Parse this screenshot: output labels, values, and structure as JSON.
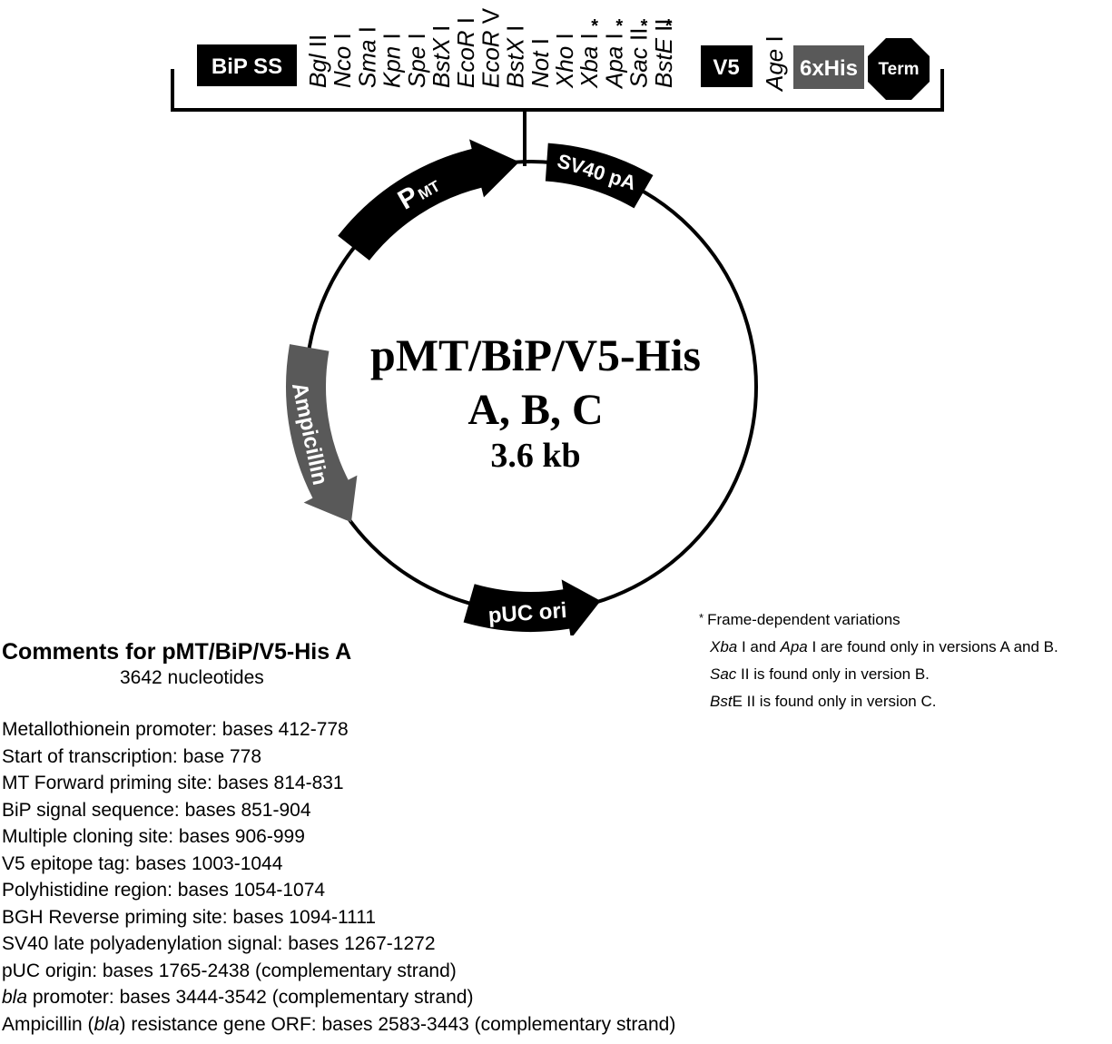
{
  "mcs": {
    "bip_ss": "BiP SS",
    "sites": [
      {
        "name": "Bgl",
        "suffix": " II",
        "star": false
      },
      {
        "name": "Nco",
        "suffix": " I",
        "star": false
      },
      {
        "name": "Sma",
        "suffix": " I",
        "star": false
      },
      {
        "name": "Kpn",
        "suffix": " I",
        "star": false
      },
      {
        "name": "Spe",
        "suffix": " I",
        "star": false
      },
      {
        "name": "BstX",
        "suffix": " I",
        "star": false
      },
      {
        "name": "EcoR",
        "suffix": " I",
        "star": false
      },
      {
        "name": "EcoR",
        "suffix": " V",
        "star": false
      },
      {
        "name": "BstX",
        "suffix": " I",
        "star": false
      },
      {
        "name": "Not",
        "suffix": " I",
        "star": false
      },
      {
        "name": "Xho",
        "suffix": " I",
        "star": false
      },
      {
        "name": "Xba",
        "suffix": " I",
        "star": true
      },
      {
        "name": "Apa",
        "suffix": " I",
        "star": true
      },
      {
        "name": "Sac",
        "suffix": " II",
        "star": true
      },
      {
        "name": "BstE",
        "suffix": " II",
        "star": true
      }
    ],
    "v5": "V5",
    "age": {
      "name": "Age",
      "suffix": " I"
    },
    "his": "6xHis",
    "term": "Term"
  },
  "plasmid": {
    "name": "pMT/BiP/V5-His",
    "versions": "A, B, C",
    "size": "3.6 kb",
    "features": {
      "pmt_main": "P",
      "pmt_sub": "MT",
      "sv40": "SV40 pA",
      "amp": "Ampicillin",
      "puc": "pUC ori"
    }
  },
  "colors": {
    "black": "#000000",
    "gray": "#595959"
  },
  "footnote": {
    "star": "*",
    "title": "Frame-dependent variations",
    "l1_i1": "Xba",
    "l1_t1": " I and ",
    "l1_i2": "Apa",
    "l1_t2": " I are found only in versions A and B.",
    "l2_i": "Sac",
    "l2_t": " II is found only in version B.",
    "l3_i": "Bst",
    "l3_t": "E II is found only in version C."
  },
  "comments": {
    "title": "Comments for pMT/BiP/V5-His A",
    "subtitle": "3642 nucleotides",
    "items": [
      "Metallothionein promoter: bases 412-778",
      "Start of transcription: base 778",
      "MT Forward priming site: bases 814-831",
      "BiP signal sequence: bases 851-904",
      "Multiple cloning site: bases 906-999",
      "V5 epitope tag: bases 1003-1044",
      "Polyhistidine region: bases 1054-1074",
      "BGH Reverse priming site: bases 1094-1111",
      "SV40 late polyadenylation signal: bases 1267-1272",
      "pUC origin: bases 1765-2438 (complementary strand)"
    ],
    "bla_promoter": {
      "italic": "bla",
      "rest": " promoter: bases 3444-3542 (complementary strand)"
    },
    "amp_orf": {
      "pre": "Ampicillin (",
      "italic": "bla",
      "rest": ") resistance gene ORF: bases 2583-3443 (complementary strand)"
    }
  }
}
